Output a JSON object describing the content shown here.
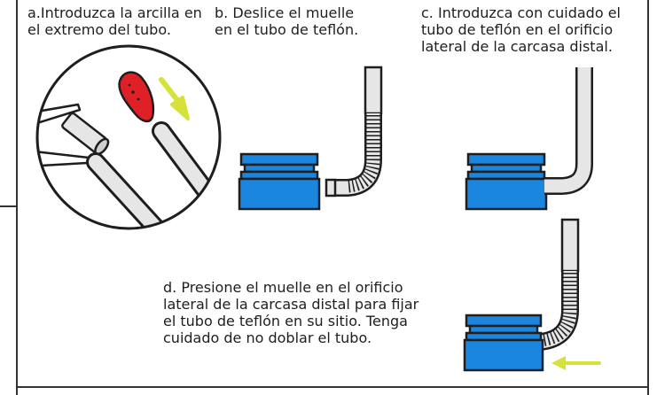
{
  "steps": {
    "a": {
      "lines": [
        "a.Introduzca la arcilla en",
        "el extremo del tubo."
      ]
    },
    "b": {
      "lines": [
        "b. Deslice el muelle",
        "en el tubo de teflón."
      ]
    },
    "c": {
      "lines": [
        "c. Introduzca con cuidado el",
        "tubo de teflón en el orificio",
        "lateral de la carcasa distal."
      ]
    },
    "d": {
      "lines": [
        "d. Presione el muelle en el orificio",
        "lateral de la carcasa distal para fijar",
        "el tubo de teflón en su sitio. Tenga",
        "cuidado de no doblar el tubo."
      ]
    }
  },
  "colors": {
    "housing_blue": "#1a86e0",
    "clay_red": "#e02027",
    "arrow_yellow": "#d6e23a",
    "tube_gray": "#e6e6e6",
    "outline": "#1e1e1e"
  }
}
